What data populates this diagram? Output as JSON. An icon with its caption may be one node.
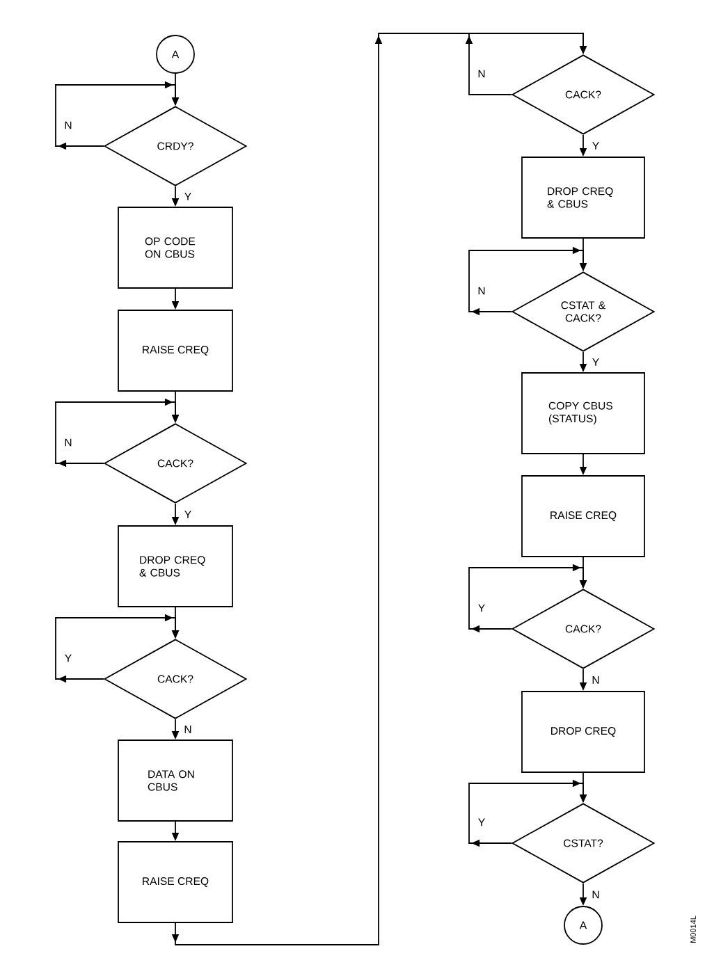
{
  "diagram": {
    "nodes": [
      {
        "text": [
          "A"
        ]
      },
      {
        "text": [
          "CRDY?"
        ]
      },
      {
        "text": [
          "OP CODE ON CBUS"
        ]
      },
      {
        "text": [
          "RAISE CREQ"
        ]
      },
      {
        "text": [
          "CACK?"
        ]
      },
      {
        "text": [
          "DROP CREQ & CBUS"
        ]
      },
      {
        "text": [
          "CACK?"
        ]
      },
      {
        "text": [
          "DATA ON CBUS"
        ]
      },
      {
        "text": [
          "RAISE CREQ"
        ]
      },
      {
        "text": [
          "CACK?"
        ]
      },
      {
        "text": [
          "DROP CREQ & CBUS"
        ]
      },
      {
        "text": [
          "CSTAT & CACK?"
        ]
      },
      {
        "text": [
          "COPY CBUS (STATUS)"
        ]
      },
      {
        "text": [
          "RAISE CREQ"
        ]
      },
      {
        "text": [
          "CACK?"
        ]
      },
      {
        "text": [
          "DROP CREQ"
        ]
      },
      {
        "text": [
          "CSTAT?"
        ]
      },
      {
        "text": [
          "A"
        ]
      }
    ],
    "edges": [
      {
        "from": 0,
        "to": 1,
        "arrow": "to"
      },
      {
        "from": 1,
        "to": 1,
        "arrow": "to",
        "label": "N"
      },
      {
        "from": 1,
        "to": 2,
        "arrow": "to",
        "label": "Y"
      },
      {
        "from": 2,
        "to": 3,
        "arrow": "to"
      },
      {
        "from": 3,
        "to": 4,
        "arrow": "to"
      },
      {
        "from": 4,
        "to": 4,
        "arrow": "to",
        "label": "N"
      },
      {
        "from": 4,
        "to": 5,
        "arrow": "to",
        "label": "Y"
      },
      {
        "from": 5,
        "to": 6,
        "arrow": "to"
      },
      {
        "from": 6,
        "to": 6,
        "arrow": "to",
        "label": "Y"
      },
      {
        "from": 6,
        "to": 7,
        "arrow": "to",
        "label": "N"
      },
      {
        "from": 7,
        "to": 8,
        "arrow": "to"
      },
      {
        "from": 8,
        "to": 9,
        "arrow": "to"
      },
      {
        "from": 9,
        "to": 9,
        "arrow": "to",
        "label": "N"
      },
      {
        "from": 9,
        "to": 10,
        "arrow": "to",
        "label": "Y"
      },
      {
        "from": 10,
        "to": 11,
        "arrow": "to"
      },
      {
        "from": 11,
        "to": 11,
        "arrow": "to",
        "label": "N"
      },
      {
        "from": 11,
        "to": 12,
        "arrow": "to",
        "label": "Y"
      },
      {
        "from": 12,
        "to": 13,
        "arrow": "to"
      },
      {
        "from": 13,
        "to": 14,
        "arrow": "to"
      },
      {
        "from": 14,
        "to": 14,
        "arrow": "to",
        "label": "Y"
      },
      {
        "from": 14,
        "to": 15,
        "arrow": "to",
        "label": "N"
      },
      {
        "from": 15,
        "to": 16,
        "arrow": "to"
      },
      {
        "from": 16,
        "to": 16,
        "arrow": "to",
        "label": "Y"
      },
      {
        "from": 16,
        "to": 17,
        "arrow": "to",
        "label": "N"
      }
    ],
    "labels": [
      "M0014L"
    ]
  }
}
